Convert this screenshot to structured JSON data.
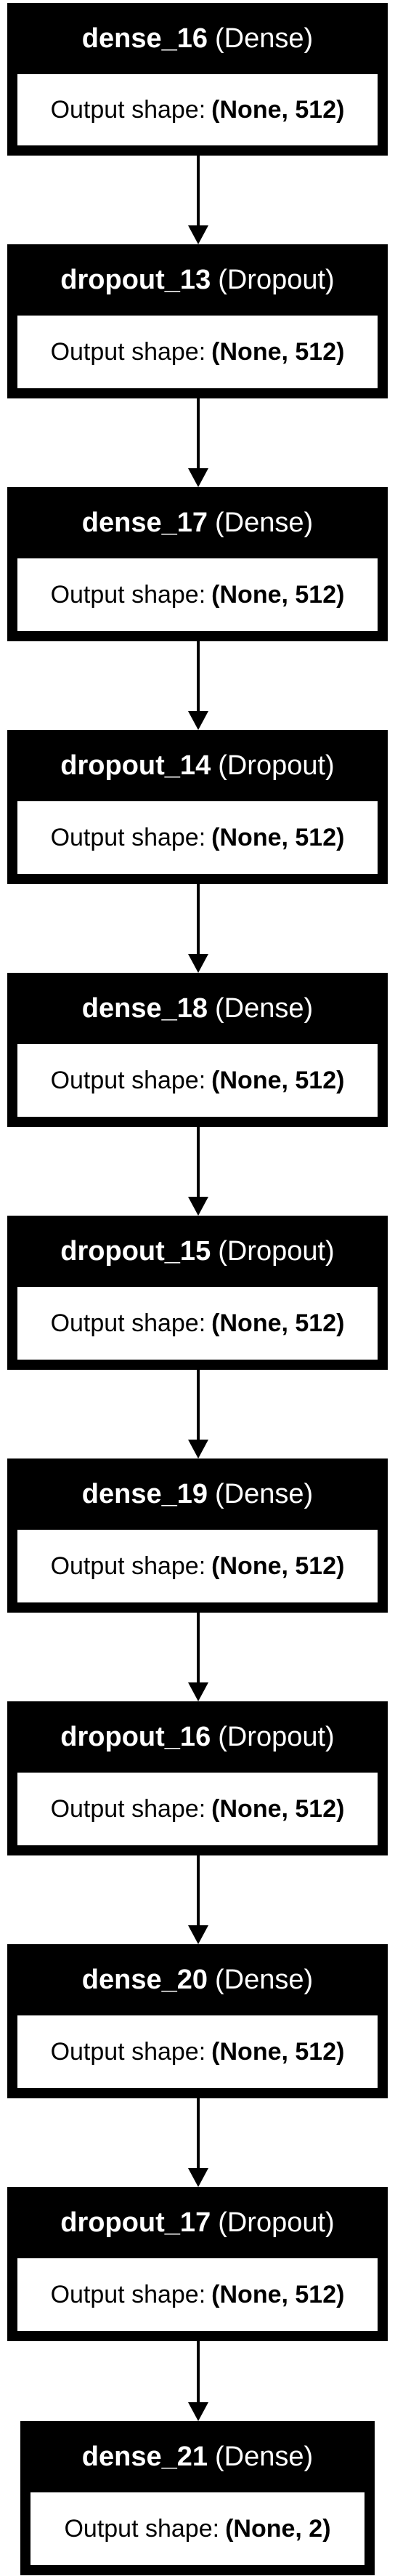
{
  "diagram": {
    "output_prefix": "Output shape:",
    "layers": [
      {
        "name": "dense_16",
        "type": "(Dense)",
        "shape": "(None, 512)"
      },
      {
        "name": "dropout_13",
        "type": "(Dropout)",
        "shape": "(None, 512)"
      },
      {
        "name": "dense_17",
        "type": "(Dense)",
        "shape": "(None, 512)"
      },
      {
        "name": "dropout_14",
        "type": "(Dropout)",
        "shape": "(None, 512)"
      },
      {
        "name": "dense_18",
        "type": "(Dense)",
        "shape": "(None, 512)"
      },
      {
        "name": "dropout_15",
        "type": "(Dropout)",
        "shape": "(None, 512)"
      },
      {
        "name": "dense_19",
        "type": "(Dense)",
        "shape": "(None, 512)"
      },
      {
        "name": "dropout_16",
        "type": "(Dropout)",
        "shape": "(None, 512)"
      },
      {
        "name": "dense_20",
        "type": "(Dense)",
        "shape": "(None, 512)"
      },
      {
        "name": "dropout_17",
        "type": "(Dropout)",
        "shape": "(None, 512)"
      },
      {
        "name": "dense_21",
        "type": "(Dense)",
        "shape": "(None, 2)"
      }
    ],
    "colors": {
      "header_background": "#000000",
      "header_text": "#ffffff",
      "body_background": "#ffffff",
      "body_text": "#000000",
      "arrow": "#000000"
    }
  }
}
